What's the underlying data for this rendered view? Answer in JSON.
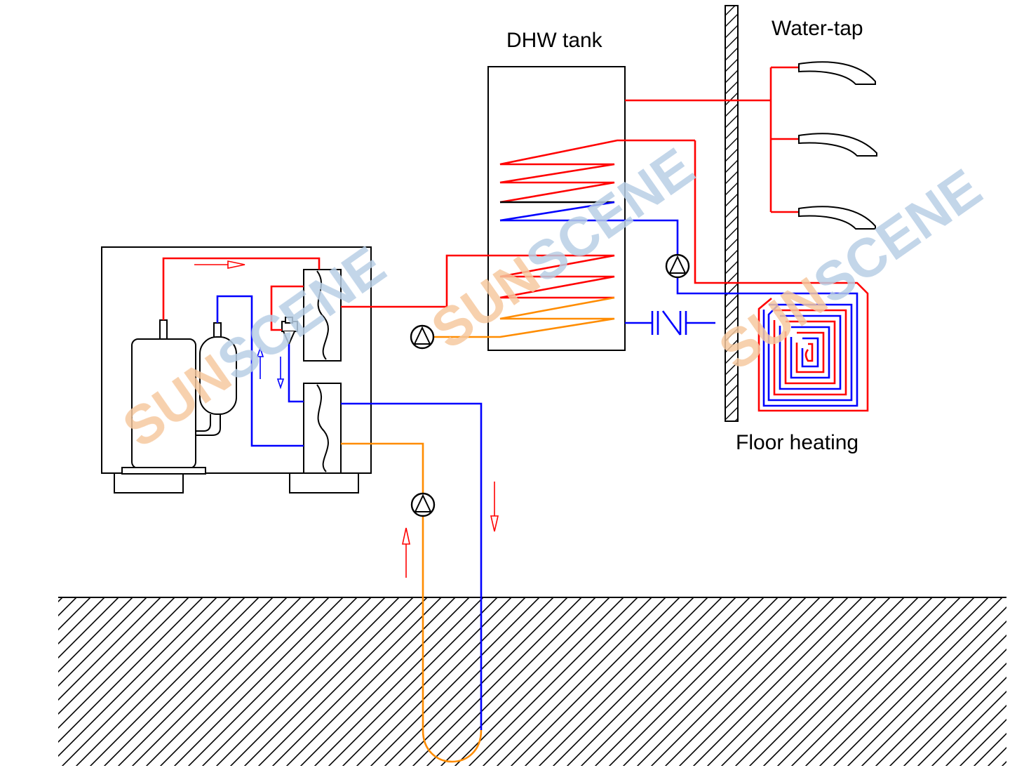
{
  "labels": {
    "dhw_tank": "DHW tank",
    "water_tap": "Water-tap",
    "floor_heating": "Floor heating"
  },
  "watermark": {
    "text": "SUNSCENE",
    "colors": [
      "#f6c9a0",
      "#b9cfe6"
    ]
  },
  "colors": {
    "hot": "#ff0000",
    "cold": "#0000ff",
    "brine": "#ff8c00",
    "outline": "#000000"
  }
}
